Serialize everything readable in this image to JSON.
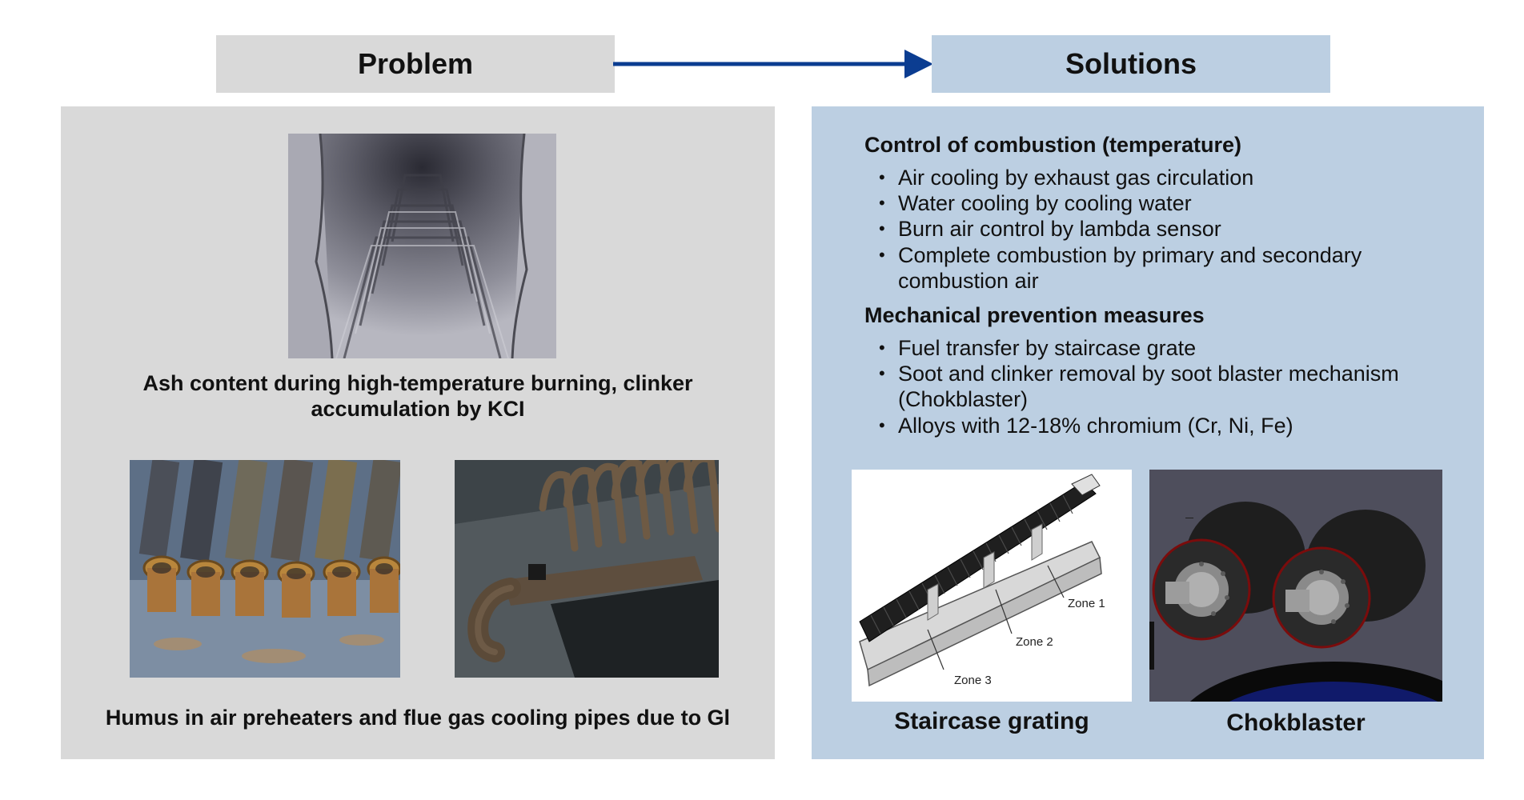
{
  "header": {
    "problem_label": "Problem",
    "solutions_label": "Solutions"
  },
  "colors": {
    "problem_bg": "#d9d9d9",
    "solutions_bg": "#bccfe2",
    "arrow": "#0b3d91"
  },
  "problem": {
    "caption_top": "Ash content during high-temperature burning, clinker accumulation by KCI",
    "caption_bottom": "Humus in air preheaters and flue gas cooling pipes due to Gl"
  },
  "solutions": {
    "section1": {
      "heading": "Control of combustion (temperature)",
      "items": [
        "Air cooling by exhaust gas circulation",
        "Water cooling by cooling water",
        "Burn air control by lambda sensor",
        "Complete combustion by primary and secondary combustion air"
      ]
    },
    "section2": {
      "heading": "Mechanical prevention measures",
      "items": [
        "Fuel transfer by staircase grate",
        "Soot and clinker removal by soot blaster mechanism (Chokblaster)",
        "Alloys with 12-18% chromium (Cr, Ni, Fe)"
      ]
    },
    "staircase_image": {
      "zone1": "Zone 1",
      "zone2": "Zone 2",
      "zone3": "Zone 3"
    },
    "caption_staircase": "Staircase grating",
    "caption_chokblaster": "Chokblaster"
  }
}
